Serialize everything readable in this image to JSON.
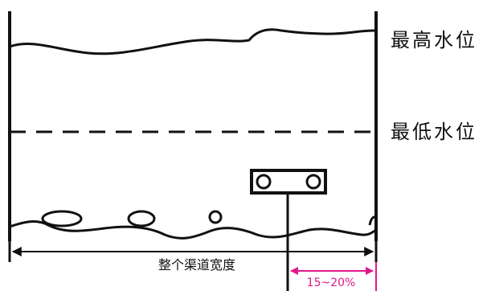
{
  "labels": {
    "max_level": "最高水位",
    "min_level": "最低水位",
    "channel_width": "整个渠道宽度",
    "offset_range": "15~20%"
  },
  "colors": {
    "line": "#111111",
    "accent": "#e0198a",
    "background": "#ffffff"
  }
}
